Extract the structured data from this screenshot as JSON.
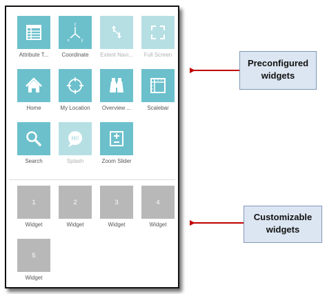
{
  "preconfigured": [
    {
      "label": "Attribute T...",
      "icon": "table-icon",
      "enabled": true
    },
    {
      "label": "Coordinate",
      "icon": "xyz-axis-icon",
      "enabled": true
    },
    {
      "label": "Extent Navi...",
      "icon": "extent-navigate-icon",
      "enabled": false
    },
    {
      "label": "Full Screen",
      "icon": "full-screen-icon",
      "enabled": false
    },
    {
      "label": "Home",
      "icon": "home-icon",
      "enabled": true
    },
    {
      "label": "My Location",
      "icon": "crosshair-icon",
      "enabled": true
    },
    {
      "label": "Overview ...",
      "icon": "binoculars-icon",
      "enabled": true
    },
    {
      "label": "Scalebar",
      "icon": "scalebar-icon",
      "enabled": true
    },
    {
      "label": "Search",
      "icon": "magnifier-icon",
      "enabled": true
    },
    {
      "label": "Splash",
      "icon": "speech-bubble-icon",
      "enabled": false
    },
    {
      "label": "Zoom Slider",
      "icon": "zoom-slider-icon",
      "enabled": true
    }
  ],
  "custom": [
    {
      "number": "1",
      "label": "Widget"
    },
    {
      "number": "2",
      "label": "Widget"
    },
    {
      "number": "3",
      "label": "Widget"
    },
    {
      "number": "4",
      "label": "Widget"
    },
    {
      "number": "5",
      "label": "Widget"
    }
  ],
  "callouts": {
    "preconfigured": [
      "Preconfigured",
      "widgets"
    ],
    "customizable": [
      "Customizable",
      "widgets"
    ]
  },
  "splash_text": "Hi!",
  "colors": {
    "tile_enabled": "#6cc0cc",
    "tile_disabled": "#b6dfe4",
    "tile_custom": "#b8b8b8",
    "arrow": "#c00000",
    "callout_fill": "#dce6f2"
  }
}
